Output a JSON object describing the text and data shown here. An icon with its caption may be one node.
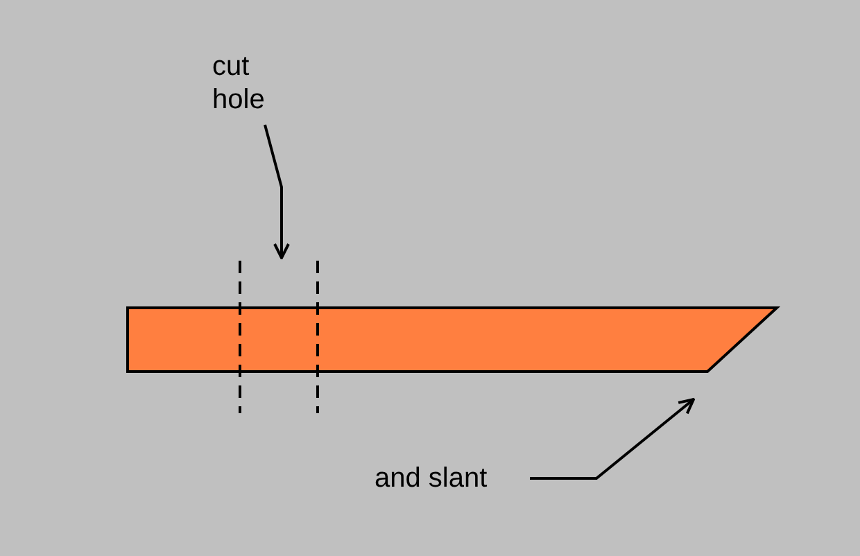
{
  "diagram": {
    "nodes": [
      {
        "text": [
          "cut hole"
        ]
      },
      {
        "text": [],
        "shape": "box"
      },
      {
        "text": [],
        "shape": "bar"
      },
      {
        "text": [
          "and slant"
        ]
      }
    ],
    "edges": [
      {
        "from": 0,
        "to": 1,
        "arrow": "to"
      },
      {
        "from": 3,
        "to": 2,
        "arrow": "to"
      }
    ]
  }
}
